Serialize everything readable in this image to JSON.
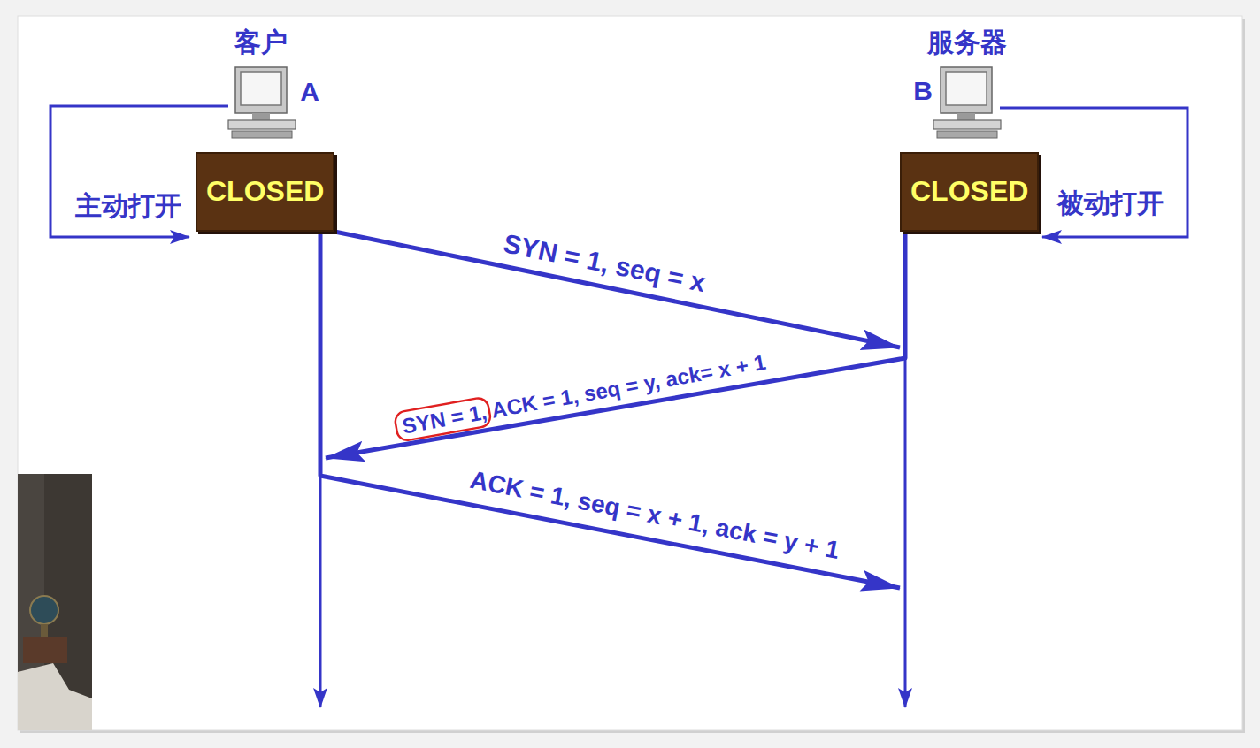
{
  "diagram": {
    "nodes": [
      {
        "text": [
          "CLOSED"
        ]
      },
      {
        "text": [
          "CLOSED"
        ]
      }
    ],
    "edges": [
      {
        "from": 0,
        "to": 1,
        "arrow": "to",
        "label": "SYN = 1, seq = x"
      },
      {
        "from": 1,
        "to": 0,
        "arrow": "to",
        "label": "SYN = 1, ACK = 1, seq = y, ack= x + 1"
      },
      {
        "from": 0,
        "to": 1,
        "arrow": "to",
        "label": "ACK = 1, seq = x + 1, ack = y + 1"
      }
    ],
    "labels": [
      "客户",
      "A",
      "服务器",
      "B",
      "主动打开",
      "被动打开"
    ]
  }
}
